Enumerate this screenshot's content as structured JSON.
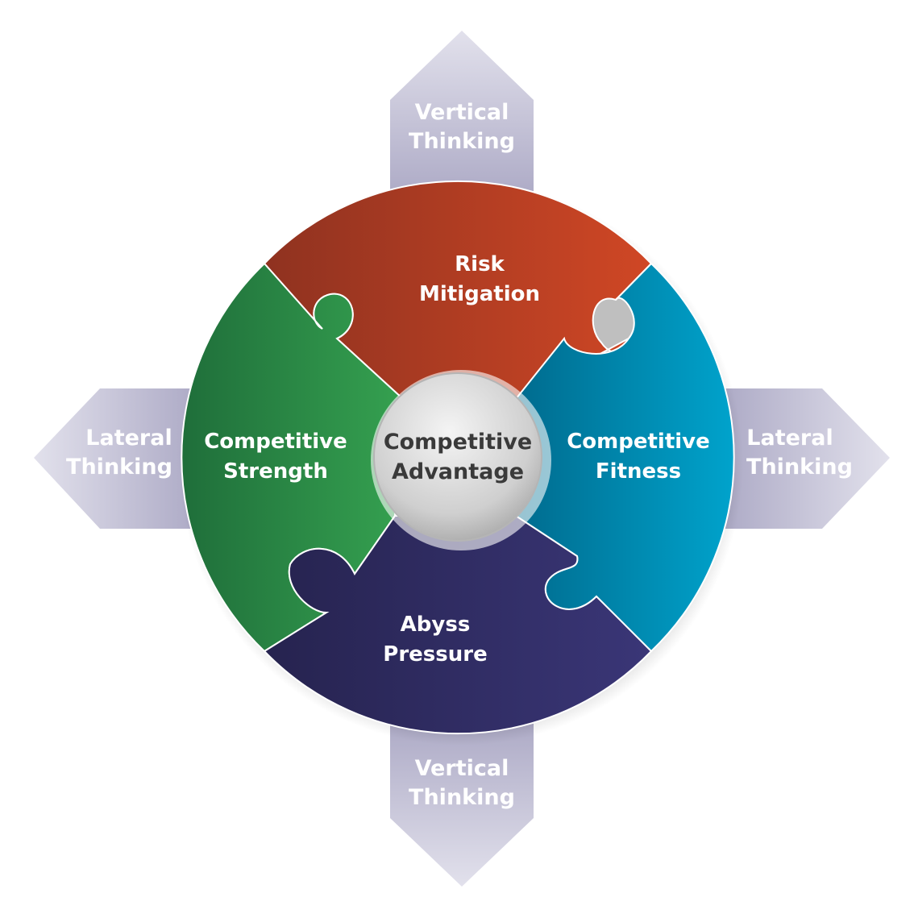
{
  "colors": {
    "risk": "#c03a22",
    "strength": "#2a8a47",
    "fitness": "#0a8fb4",
    "abyss": "#2f2c62",
    "arrow": "#c9c7d8",
    "center": "#d9d9d9"
  },
  "arrows": {
    "top": {
      "line1": "Vertical",
      "line2": "Thinking"
    },
    "bottom": {
      "line1": "Vertical",
      "line2": "Thinking"
    },
    "left": {
      "line1": "Lateral",
      "line2": "Thinking"
    },
    "right": {
      "line1": "Lateral",
      "line2": "Thinking"
    }
  },
  "pieces": {
    "risk": {
      "line1": "Risk",
      "line2": "Mitigation"
    },
    "strength": {
      "line1": "Competitive",
      "line2": "Strength"
    },
    "fitness": {
      "line1": "Competitive",
      "line2": "Fitness"
    },
    "abyss": {
      "line1": "Abyss",
      "line2": "Pressure"
    }
  },
  "center": {
    "line1": "Competitive",
    "line2": "Advantage"
  }
}
